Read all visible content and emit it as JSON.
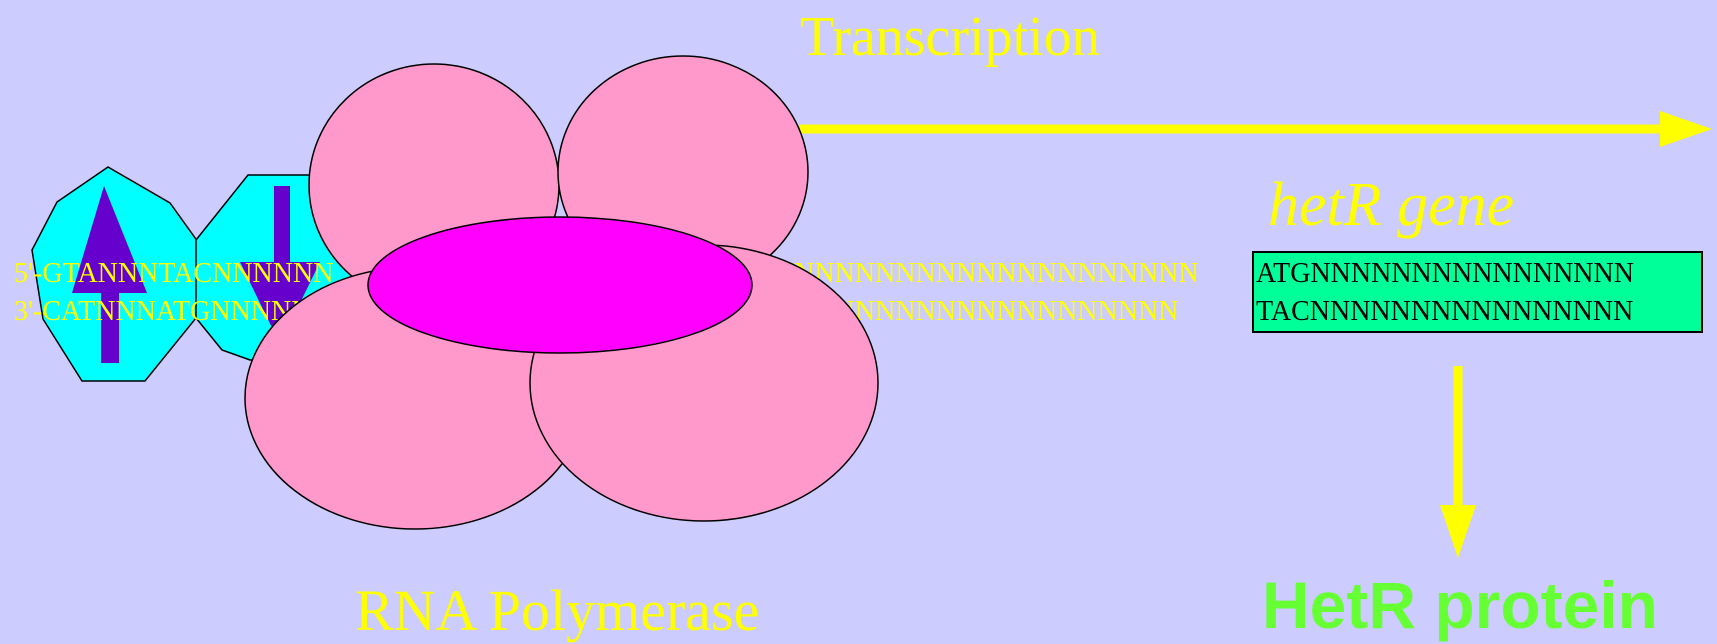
{
  "labels": {
    "transcription": "Transcription",
    "gene_name": "hetR gene",
    "polymerase": "RNA Polymerase",
    "protein": "HetR protein"
  },
  "dna": {
    "top_left": "5'-GTANNNTACNNNNNN",
    "bottom_left": "3'-CATNNNATGNNNNNN",
    "top_middle": "NNNNNNNNNNNNNNNNNNNNN",
    "bottom_middle": "NNNNNNNNNNNNNNNNNNNN",
    "gene_top": "ATGNNNNNNNNNNNNNNNN",
    "gene_bottom": "TACNNNNNNNNNNNNNNNN"
  },
  "colors": {
    "background": "#ccccff",
    "label_yellow": "#ffff00",
    "protein_green": "#66ff33",
    "gene_box": "#00ff99",
    "polymerase_pink": "#ff99cc",
    "sigma_magenta": "#ff00ff",
    "activator_cyan": "#00ffff",
    "activator_arrow": "#6600cc"
  }
}
